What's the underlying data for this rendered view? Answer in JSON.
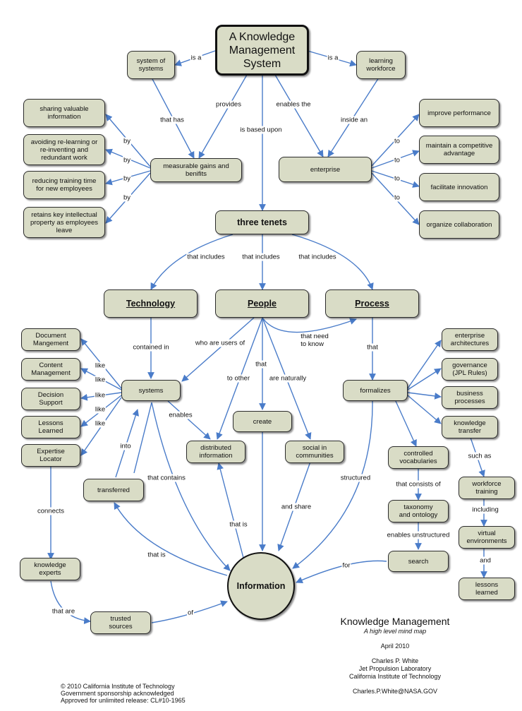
{
  "nodes": {
    "main": "A Knowledge\nManagement\nSystem",
    "system_of_systems": "system of\nsystems",
    "learning_workforce": "learning\nworkforce",
    "sharing_info": "sharing valuable\ninformation",
    "avoiding": "avoiding re-learning or\nre-inventing and\nredundant work",
    "reducing": "reducing training time\nfor new employees",
    "retains": "retains key intellectual\nproperty as employees\nleave",
    "measurable": "measurable gains and\nbenifits",
    "enterprise": "enterprise",
    "improve": "improve performance",
    "maintain": "maintain a competitive\nadvantage",
    "facilitate": "facilitate innovation",
    "organize": "organize collaboration",
    "three_tenets": "three tenets",
    "technology": "Technology",
    "people": "People",
    "process": "Process",
    "doc_mgmt": "Document\nMangement",
    "content_mgmt": "Content\nManagement",
    "decision": "Decision\nSupport",
    "lessons_learned": "Lessons\nLearned",
    "expertise": "Expertise\nLocator",
    "systems": "systems",
    "create": "create",
    "distributed": "distributed\ninformation",
    "social": "social in\ncommunities",
    "formalizes": "formalizes",
    "ent_arch": "enterprise\narchitectures",
    "governance": "governance\n(JPL Rules)",
    "business": "business\nprocesses",
    "knowledge_transfer": "knowledge\ntransfer",
    "controlled": "controlled\nvocabularies",
    "taxonomy": "taxonomy\nand ontology",
    "search": "search",
    "workforce_training": "workforce\ntraining",
    "virtual": "virtual\nenvironments",
    "lessons_learned2": "lessons\nlearned",
    "transferred": "transferred",
    "knowledge_experts": "knowledge\nexperts",
    "trusted": "trusted\nsources",
    "information": "Information"
  },
  "labels": {
    "is_a_left": "is a",
    "is_a_right": "is a",
    "provides": "provides",
    "enables_the": "enables the",
    "that_has": "that has",
    "inside_an": "inside an",
    "is_based_upon": "is based upon",
    "by": "by",
    "to": "to",
    "that_includes": "that includes",
    "contained_in": "contained in",
    "who_are_users_of": "who are users of",
    "that_need_to_know": "that need\nto know",
    "that": "that",
    "like": "like",
    "to_other": "to other",
    "are_naturally": "are naturally",
    "enables": "enables",
    "into": "into",
    "that_contains": "that contains",
    "connects": "connects",
    "structured": "structured",
    "that_consists_of": "that consists of",
    "such_as": "such as",
    "including": "including",
    "and_share": "and share",
    "that_is": "that is",
    "enables_unstructured": "enables unstructured",
    "for": "for",
    "and": "and",
    "that_are": "that are",
    "of": "of"
  },
  "caption": {
    "title": "Knowledge Management",
    "subtitle": "A high level mind map",
    "date": "April 2010",
    "author": "Charles P. White",
    "org1": "Jet Propulsion Laboratory",
    "org2": "California Institute of Technology",
    "email": "Charles.P.White@NASA.GOV"
  },
  "copyright": {
    "line1": "© 2010 California Institute of Technology",
    "line2": "Government sponsorship acknowledged",
    "line3": "Approved for unlimited release: CL#10-1965"
  },
  "colors": {
    "node_fill": "#d9dcc6",
    "edge": "#4a7cc9",
    "border": "#2b2b2b"
  }
}
